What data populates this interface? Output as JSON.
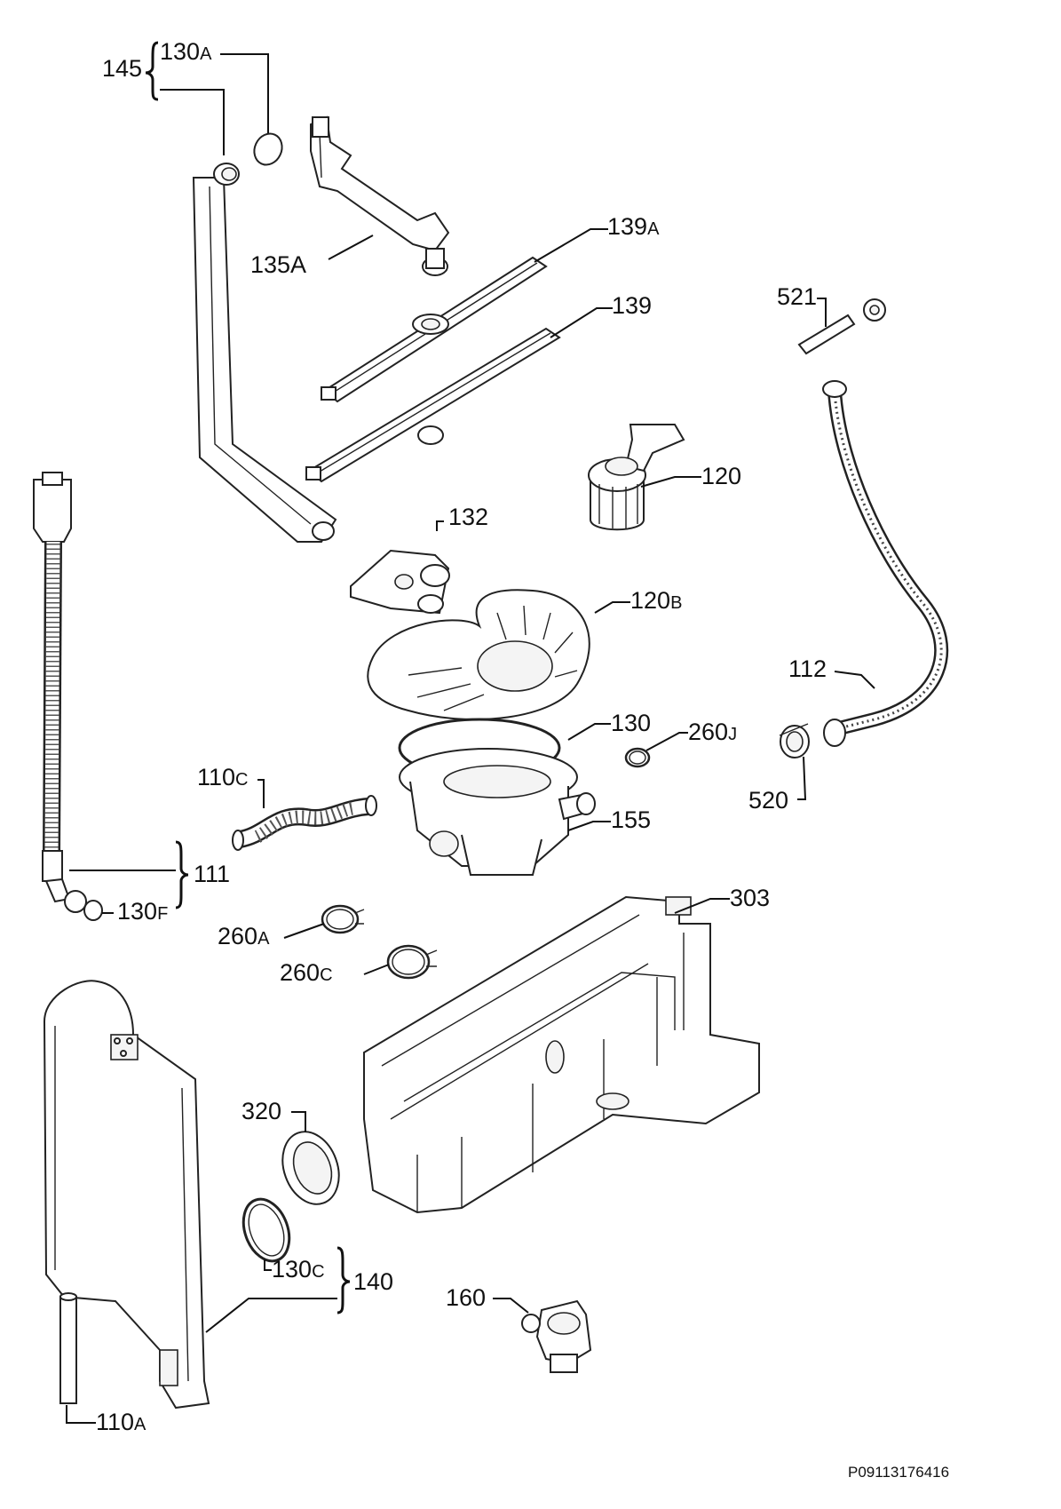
{
  "diagram": {
    "title": "",
    "code": "P09113176416",
    "parts": [
      {
        "id": "145",
        "main": "145",
        "suffix": ""
      },
      {
        "id": "130A",
        "main": "130",
        "suffix": "A"
      },
      {
        "id": "135A",
        "main": "135A",
        "suffix": ""
      },
      {
        "id": "139A",
        "main": "139",
        "suffix": "A"
      },
      {
        "id": "139",
        "main": "139",
        "suffix": ""
      },
      {
        "id": "521",
        "main": "521",
        "suffix": ""
      },
      {
        "id": "120",
        "main": "120",
        "suffix": ""
      },
      {
        "id": "132",
        "main": "132",
        "suffix": ""
      },
      {
        "id": "120B",
        "main": "120",
        "suffix": "B"
      },
      {
        "id": "112",
        "main": "112",
        "suffix": ""
      },
      {
        "id": "130",
        "main": "130",
        "suffix": ""
      },
      {
        "id": "260J",
        "main": "260",
        "suffix": "J"
      },
      {
        "id": "110C",
        "main": "110",
        "suffix": "C"
      },
      {
        "id": "520",
        "main": "520",
        "suffix": ""
      },
      {
        "id": "155",
        "main": "155",
        "suffix": ""
      },
      {
        "id": "111",
        "main": "111",
        "suffix": ""
      },
      {
        "id": "130F",
        "main": "130",
        "suffix": "F"
      },
      {
        "id": "303",
        "main": "303",
        "suffix": ""
      },
      {
        "id": "260A",
        "main": "260",
        "suffix": "A"
      },
      {
        "id": "260C",
        "main": "260",
        "suffix": "C"
      },
      {
        "id": "320",
        "main": "320",
        "suffix": ""
      },
      {
        "id": "130C",
        "main": "130",
        "suffix": "C"
      },
      {
        "id": "140",
        "main": "140",
        "suffix": ""
      },
      {
        "id": "160",
        "main": "160",
        "suffix": ""
      },
      {
        "id": "110A",
        "main": "110",
        "suffix": "A"
      }
    ]
  }
}
